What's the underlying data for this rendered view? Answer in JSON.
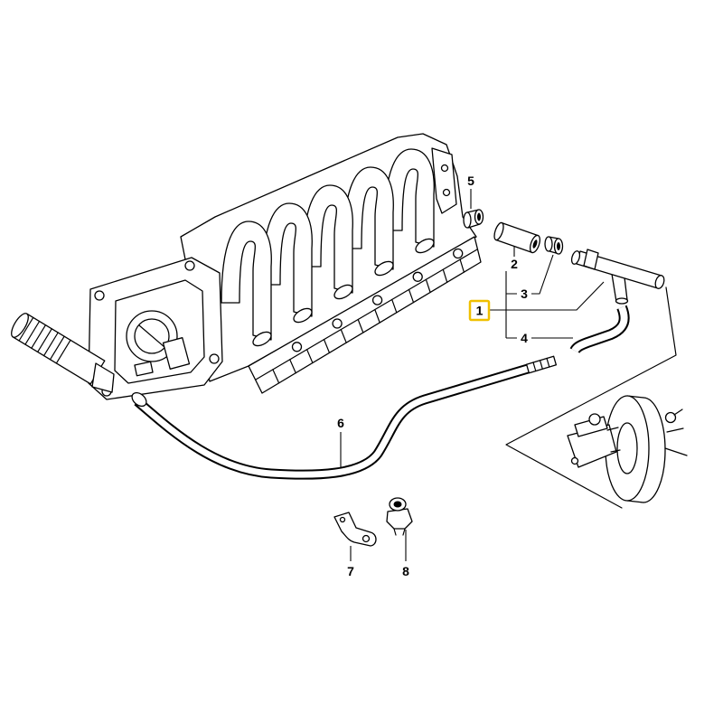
{
  "diagram": {
    "background": "#ffffff",
    "line_color": "#000000",
    "highlight_color": "#f0c000",
    "callouts": [
      {
        "label": "1",
        "selected": true
      },
      {
        "label": "2",
        "selected": false
      },
      {
        "label": "3",
        "selected": false
      },
      {
        "label": "4",
        "selected": false
      },
      {
        "label": "5",
        "selected": false
      },
      {
        "label": "6",
        "selected": false
      },
      {
        "label": "7",
        "selected": false
      },
      {
        "label": "8",
        "selected": false
      }
    ]
  }
}
